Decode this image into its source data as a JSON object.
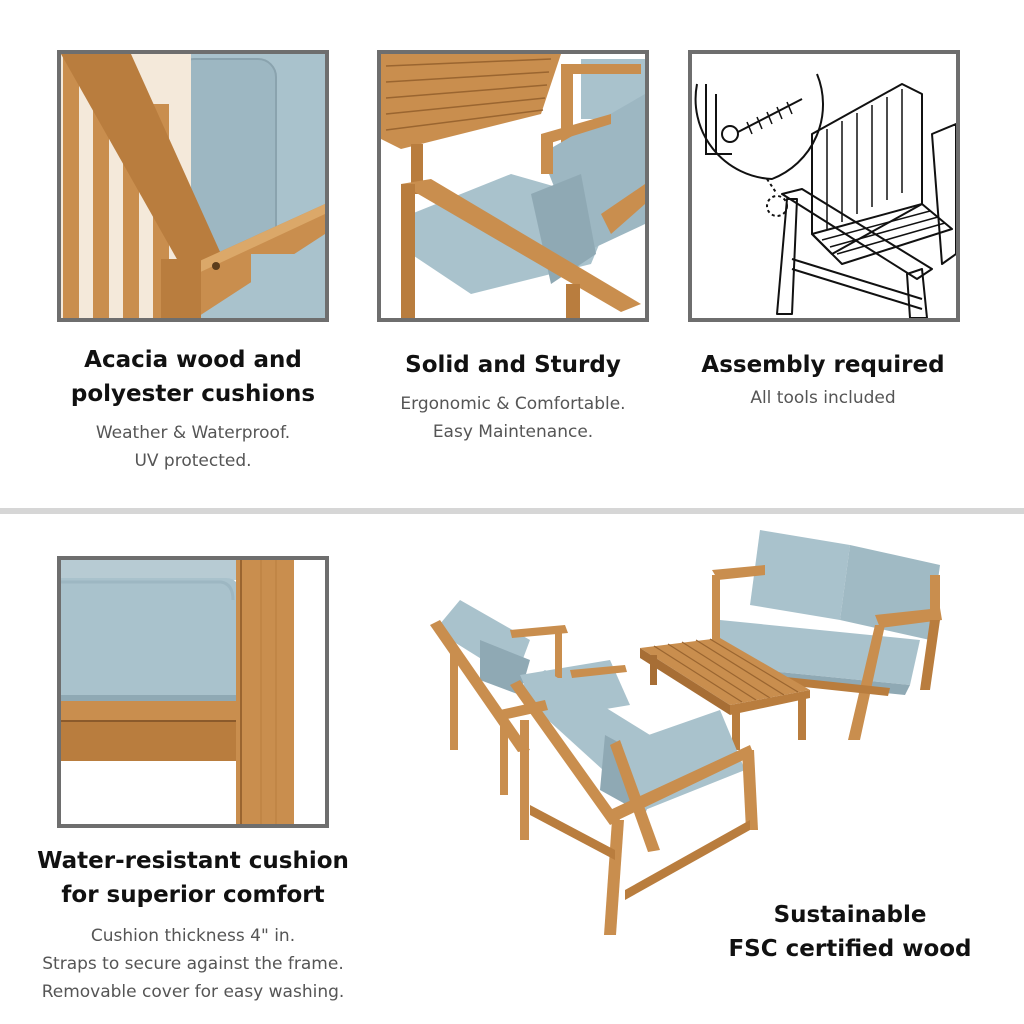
{
  "features": [
    {
      "title_lines": [
        "Acacia wood and",
        "polyester cushions"
      ],
      "sub_lines": [
        "Weather & Waterproof.",
        "UV protected."
      ]
    },
    {
      "title_lines": [
        "Solid and Sturdy"
      ],
      "sub_lines": [
        "Ergonomic & Comfortable.",
        "Easy Maintenance."
      ]
    },
    {
      "title_lines": [
        "Assembly required"
      ],
      "sub_lines": [
        "All tools included"
      ]
    },
    {
      "title_lines": [
        "Water-resistant cushion",
        "for superior comfort"
      ],
      "sub_lines": [
        "Cushion thickness 4\" in.",
        "Straps to secure against the frame.",
        "Removable cover for easy washing."
      ]
    },
    {
      "title_lines": [
        "Sustainable",
        "FSC certified wood"
      ],
      "sub_lines": []
    }
  ],
  "colors": {
    "wood": "#c98e4e",
    "wood_dark": "#9a6530",
    "cushion": "#a9c2cc",
    "cushion_dark": "#8fa9b4",
    "frame_border": "#6e6e6e",
    "divider": "#d6d6d6"
  },
  "icons": [
    "allen-key-icon",
    "screw-icon"
  ]
}
